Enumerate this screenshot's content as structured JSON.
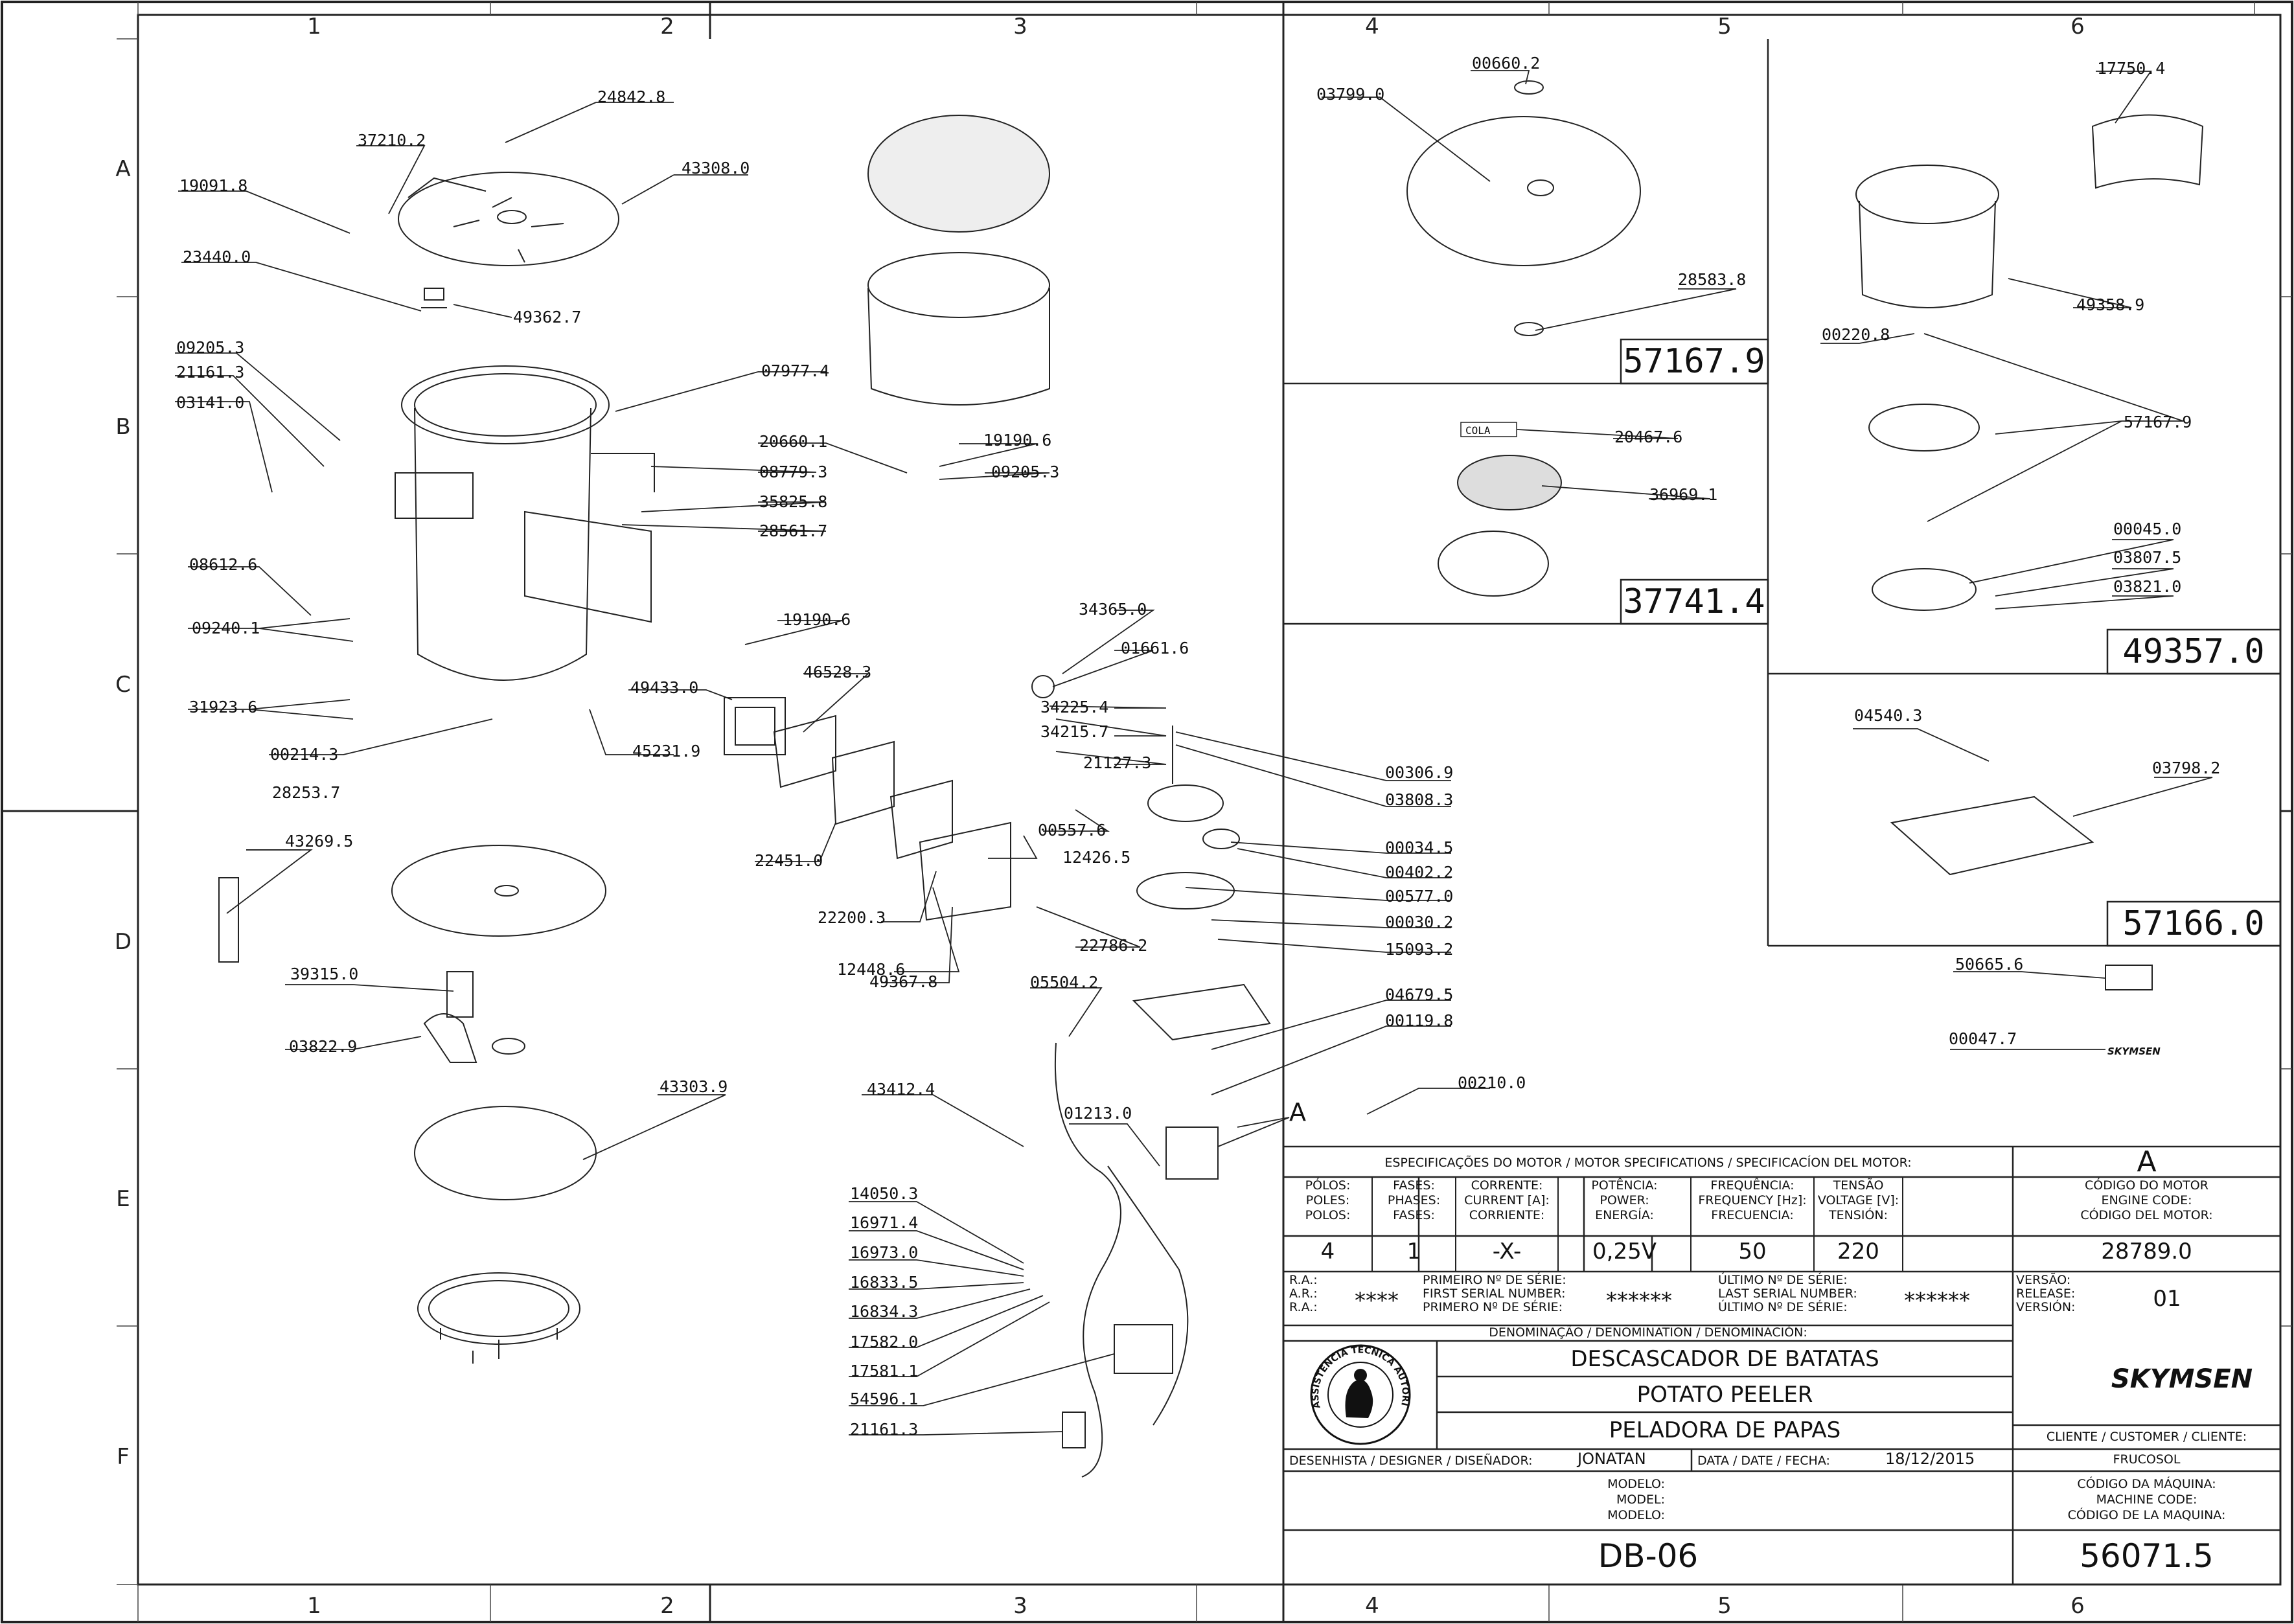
{
  "grid": {
    "columns": [
      "1",
      "2",
      "3",
      "4",
      "5",
      "6"
    ],
    "rows": [
      "A",
      "B",
      "C",
      "D",
      "E",
      "F"
    ]
  },
  "part_labels": [
    "24842.8",
    "37210.2",
    "43308.0",
    "19091.8",
    "23440.0",
    "49362.7",
    "09205.3",
    "21161.3",
    "03141.0",
    "07977.4",
    "20660.1",
    "08779.3",
    "35825.8",
    "28561.7",
    "19190.6",
    "09205.3",
    "08612.6",
    "09240.1",
    "31923.6",
    "00214.3",
    "45231.9",
    "19190.6",
    "49433.0",
    "46528.3",
    "22451.0",
    "34365.0",
    "01661.6",
    "34225.4",
    "34215.7",
    "21127.3",
    "00557.6",
    "12426.5",
    "22200.3",
    "12448.6",
    "49367.8",
    "22786.2",
    "00306.9",
    "03808.3",
    "00034.5",
    "00402.2",
    "00577.0",
    "00030.2",
    "15093.2",
    "04679.5",
    "00119.8",
    "00210.0",
    "05504.2",
    "43412.4",
    "01213.0",
    "28253.7",
    "43269.5",
    "39315.0",
    "03822.9",
    "43303.9",
    "14050.3",
    "16971.4",
    "16973.0",
    "16833.5",
    "16834.3",
    "17582.0",
    "17581.1",
    "54596.1",
    "21161.3",
    "03799.0",
    "00660.2",
    "28583.8",
    "20467.6",
    "36969.1",
    "17750.4",
    "49358.9",
    "00220.8",
    "57167.9",
    "00045.0",
    "03807.5",
    "03821.0",
    "04540.3",
    "03798.2",
    "50665.6",
    "00047.7"
  ],
  "assembly_numbers": [
    "57167.9",
    "37741.4",
    "49357.0",
    "57166.0"
  ],
  "cola_label": "COLA",
  "section_marker": "A",
  "brand_small": "SKYMSEN",
  "title_block": {
    "motor_header": "ESPECIFICAÇÕES DO MOTOR / MOTOR SPECIFICATIONS / SPECIFICACÍON DEL MOTOR:",
    "marker": "A",
    "motor_fields": [
      {
        "l1": "PÓLOS:",
        "l2": "POLES:",
        "l3": "POLOS:",
        "value": "4"
      },
      {
        "l1": "FASES:",
        "l2": "PHASES:",
        "l3": "FASES:",
        "value": "1"
      },
      {
        "l1": "CORRENTE:",
        "l2": "CURRENT [A]:",
        "l3": "CORRIENTE:",
        "value": "-X-"
      },
      {
        "l1": "POTÊNCIA:",
        "l2": "POWER:",
        "l3": "ENERGÍA:",
        "value": "0,25V"
      },
      {
        "l1": "FREQUÊNCIA:",
        "l2": "FREQUENCY [Hz]:",
        "l3": "FRECUENCIA:",
        "value": "50"
      },
      {
        "l1": "TENSÃO",
        "l2": "VOLTAGE [V]:",
        "l3": "TENSIÓN:",
        "value": "220"
      },
      {
        "l1": "CÓDIGO DO MOTOR",
        "l2": "ENGINE CODE:",
        "l3": "CÓDIGO DEL MOTOR:",
        "value": "28789.0"
      }
    ],
    "ra": {
      "l1": "R.A.:",
      "l2": "A.R.:",
      "l3": "R.A.:",
      "value": "****"
    },
    "first_serial": {
      "l1": "PRIMEIRO Nº DE SÉRIE:",
      "l2": "FIRST SERIAL NUMBER:",
      "l3": "PRIMERO Nº DE SÉRIE:",
      "value": "******"
    },
    "last_serial": {
      "l1": "ÚLTIMO Nº DE SÉRIE:",
      "l2": "LAST SERIAL NUMBER:",
      "l3": "ÚLTIMO Nº DE SÉRIE:",
      "value": "******"
    },
    "version": {
      "l1": "VERSÃO:",
      "l2": "RELEASE:",
      "l3": "VERSIÓN:",
      "value": "01"
    },
    "denomination_label": "DENOMINAÇÃO / DENOMINATION / DENOMINACIÓN:",
    "denominations": [
      "DESCASCADOR DE BATATAS",
      "POTATO PEELER",
      "PELADORA DE PAPAS"
    ],
    "seal_text": "ASSISTÊNCIA TÉCNICA AUTORIZADA",
    "brand": "SKYMSEN",
    "customer_label": "CLIENTE / CUSTOMER / CLIENTE:",
    "customer": "FRUCOSOL",
    "designer_label": "DESENHISTA / DESIGNER / DISEÑADOR:",
    "designer": "JONATAN",
    "date_label": "DATA / DATE / FECHA:",
    "date": "18/12/2015",
    "model_labels": [
      "MODELO:",
      "MODEL:",
      "MODELO:"
    ],
    "machine_code_labels": [
      "CÓDIGO DA MÁQUINA:",
      "MACHINE CODE:",
      "CÓDIGO DE LA MAQUINA:"
    ],
    "model": "DB-06",
    "machine_code": "56071.5"
  }
}
